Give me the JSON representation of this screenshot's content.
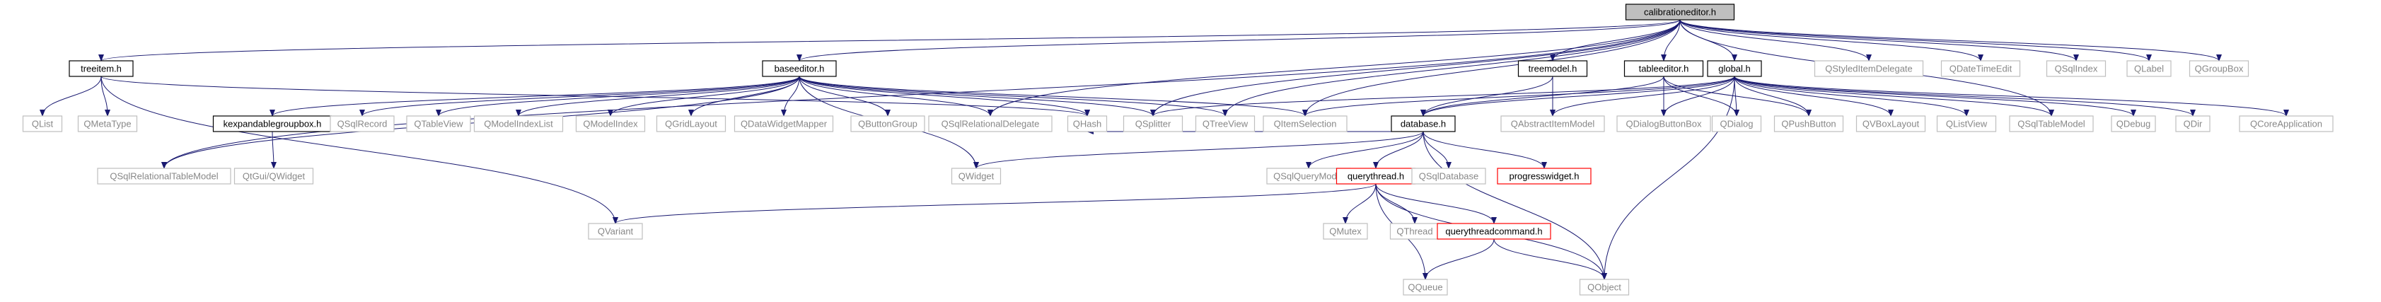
{
  "diagram": {
    "colors": {
      "edge": "#191970",
      "root_fill": "#bfbfbf",
      "border_black": "#000000",
      "border_red": "#ff0000",
      "border_gray": "#bfbfbf",
      "text_dark": "#000000",
      "text_gray": "#888888"
    },
    "nodes": [
      {
        "id": "calibrationeditor",
        "label": "calibrationeditor.h",
        "style": "root"
      },
      {
        "id": "treeitem",
        "label": "treeitem.h",
        "style": "black"
      },
      {
        "id": "baseeditor",
        "label": "baseeditor.h",
        "style": "black"
      },
      {
        "id": "treemodel",
        "label": "treemodel.h",
        "style": "black"
      },
      {
        "id": "tableeditor",
        "label": "tableeditor.h",
        "style": "black"
      },
      {
        "id": "global",
        "label": "global.h",
        "style": "black"
      },
      {
        "id": "QStyledItemDelegate",
        "label": "QStyledItemDelegate",
        "style": "gray"
      },
      {
        "id": "QDateTimeEdit",
        "label": "QDateTimeEdit",
        "style": "gray"
      },
      {
        "id": "QSqlIndex",
        "label": "QSqlIndex",
        "style": "gray"
      },
      {
        "id": "QLabel",
        "label": "QLabel",
        "style": "gray"
      },
      {
        "id": "QGroupBox",
        "label": "QGroupBox",
        "style": "gray"
      },
      {
        "id": "QList",
        "label": "QList",
        "style": "gray"
      },
      {
        "id": "QMetaType",
        "label": "QMetaType",
        "style": "gray"
      },
      {
        "id": "kexpandablegroupbox",
        "label": "kexpandablegroupbox.h",
        "style": "black"
      },
      {
        "id": "QSqlRecord",
        "label": "QSqlRecord",
        "style": "gray"
      },
      {
        "id": "QTableView",
        "label": "QTableView",
        "style": "gray"
      },
      {
        "id": "QModelIndexList",
        "label": "QModelIndexList",
        "style": "gray"
      },
      {
        "id": "QModelIndex",
        "label": "QModelIndex",
        "style": "gray"
      },
      {
        "id": "QGridLayout",
        "label": "QGridLayout",
        "style": "gray"
      },
      {
        "id": "QDataWidgetMapper",
        "label": "QDataWidgetMapper",
        "style": "gray"
      },
      {
        "id": "QButtonGroup",
        "label": "QButtonGroup",
        "style": "gray"
      },
      {
        "id": "QSqlRelationalDelegate",
        "label": "QSqlRelationalDelegate",
        "style": "gray"
      },
      {
        "id": "QHash",
        "label": "QHash",
        "style": "gray"
      },
      {
        "id": "QSplitter",
        "label": "QSplitter",
        "style": "gray"
      },
      {
        "id": "QTreeView",
        "label": "QTreeView",
        "style": "gray"
      },
      {
        "id": "QItemSelection",
        "label": "QItemSelection",
        "style": "gray"
      },
      {
        "id": "database",
        "label": "database.h",
        "style": "black"
      },
      {
        "id": "QAbstractItemModel",
        "label": "QAbstractItemModel",
        "style": "gray"
      },
      {
        "id": "QDialogButtonBox",
        "label": "QDialogButtonBox",
        "style": "gray"
      },
      {
        "id": "QDialog",
        "label": "QDialog",
        "style": "gray"
      },
      {
        "id": "QPushButton",
        "label": "QPushButton",
        "style": "gray"
      },
      {
        "id": "QVBoxLayout",
        "label": "QVBoxLayout",
        "style": "gray"
      },
      {
        "id": "QListView",
        "label": "QListView",
        "style": "gray"
      },
      {
        "id": "QSqlTableModel",
        "label": "QSqlTableModel",
        "style": "gray"
      },
      {
        "id": "QDebug",
        "label": "QDebug",
        "style": "gray"
      },
      {
        "id": "QDir",
        "label": "QDir",
        "style": "gray"
      },
      {
        "id": "QCoreApplication",
        "label": "QCoreApplication",
        "style": "gray"
      },
      {
        "id": "QSqlRelationalTableModel",
        "label": "QSqlRelationalTableModel",
        "style": "gray"
      },
      {
        "id": "QtGuiQWidget",
        "label": "QtGui/QWidget",
        "style": "gray"
      },
      {
        "id": "QWidget",
        "label": "QWidget",
        "style": "gray"
      },
      {
        "id": "QSqlQueryModel",
        "label": "QSqlQueryModel",
        "style": "gray"
      },
      {
        "id": "querythread",
        "label": "querythread.h",
        "style": "red"
      },
      {
        "id": "QSqlDatabase",
        "label": "QSqlDatabase",
        "style": "gray"
      },
      {
        "id": "progresswidget",
        "label": "progresswidget.h",
        "style": "red"
      },
      {
        "id": "QVariant",
        "label": "QVariant",
        "style": "gray"
      },
      {
        "id": "QMutex",
        "label": "QMutex",
        "style": "gray"
      },
      {
        "id": "QThread",
        "label": "QThread",
        "style": "gray"
      },
      {
        "id": "querythreadcommand",
        "label": "querythreadcommand.h",
        "style": "red"
      },
      {
        "id": "QQueue",
        "label": "QQueue",
        "style": "gray"
      },
      {
        "id": "QObject",
        "label": "QObject",
        "style": "gray"
      }
    ],
    "edges": [
      [
        "calibrationeditor",
        "treeitem"
      ],
      [
        "calibrationeditor",
        "baseeditor"
      ],
      [
        "calibrationeditor",
        "treemodel"
      ],
      [
        "calibrationeditor",
        "tableeditor"
      ],
      [
        "calibrationeditor",
        "global"
      ],
      [
        "calibrationeditor",
        "QStyledItemDelegate"
      ],
      [
        "calibrationeditor",
        "QDateTimeEdit"
      ],
      [
        "calibrationeditor",
        "QSqlIndex"
      ],
      [
        "calibrationeditor",
        "QLabel"
      ],
      [
        "calibrationeditor",
        "QGroupBox"
      ],
      [
        "calibrationeditor",
        "QSqlRelationalTableModel"
      ],
      [
        "calibrationeditor",
        "QSqlRelationalDelegate"
      ],
      [
        "calibrationeditor",
        "QSplitter"
      ],
      [
        "calibrationeditor",
        "QTreeView"
      ],
      [
        "calibrationeditor",
        "QItemSelection"
      ],
      [
        "calibrationeditor",
        "QSqlTableModel"
      ],
      [
        "treeitem",
        "QList"
      ],
      [
        "treeitem",
        "QMetaType"
      ],
      [
        "treeitem",
        "QVariant"
      ],
      [
        "treeitem",
        "QHash"
      ],
      [
        "baseeditor",
        "kexpandablegroupbox"
      ],
      [
        "baseeditor",
        "QSqlRecord"
      ],
      [
        "baseeditor",
        "QTableView"
      ],
      [
        "baseeditor",
        "QModelIndexList"
      ],
      [
        "baseeditor",
        "QModelIndex"
      ],
      [
        "baseeditor",
        "QGridLayout"
      ],
      [
        "baseeditor",
        "QDataWidgetMapper"
      ],
      [
        "baseeditor",
        "QButtonGroup"
      ],
      [
        "baseeditor",
        "QSqlRelationalDelegate"
      ],
      [
        "baseeditor",
        "QHash"
      ],
      [
        "baseeditor",
        "QSplitter"
      ],
      [
        "baseeditor",
        "QTreeView"
      ],
      [
        "baseeditor",
        "QItemSelection"
      ],
      [
        "baseeditor",
        "QWidget"
      ],
      [
        "baseeditor",
        "QSqlRelationalTableModel"
      ],
      [
        "kexpandablegroupbox",
        "QtGuiQWidget"
      ],
      [
        "treemodel",
        "database"
      ],
      [
        "treemodel",
        "QAbstractItemModel"
      ],
      [
        "tableeditor",
        "database"
      ],
      [
        "tableeditor",
        "QDialogButtonBox"
      ],
      [
        "tableeditor",
        "QDialog"
      ],
      [
        "tableeditor",
        "QPushButton"
      ],
      [
        "global",
        "database"
      ],
      [
        "global",
        "QDialogButtonBox"
      ],
      [
        "global",
        "QDialog"
      ],
      [
        "global",
        "QPushButton"
      ],
      [
        "global",
        "QVBoxLayout"
      ],
      [
        "global",
        "QListView"
      ],
      [
        "global",
        "QSqlTableModel"
      ],
      [
        "global",
        "QDebug"
      ],
      [
        "global",
        "QDir"
      ],
      [
        "global",
        "QCoreApplication"
      ],
      [
        "global",
        "QObject"
      ],
      [
        "global",
        "QAbstractItemModel"
      ],
      [
        "global",
        "QItemSelection"
      ],
      [
        "global",
        "QSplitter"
      ],
      [
        "database",
        "QWidget"
      ],
      [
        "database",
        "QSqlQueryModel"
      ],
      [
        "database",
        "querythread"
      ],
      [
        "database",
        "QSqlDatabase"
      ],
      [
        "database",
        "progresswidget"
      ],
      [
        "database",
        "QObject"
      ],
      [
        "database",
        "QHash"
      ],
      [
        "querythread",
        "QVariant"
      ],
      [
        "querythread",
        "QMutex"
      ],
      [
        "querythread",
        "QThread"
      ],
      [
        "querythread",
        "querythreadcommand"
      ],
      [
        "querythread",
        "QQueue"
      ],
      [
        "querythread",
        "QObject"
      ],
      [
        "querythreadcommand",
        "QQueue"
      ],
      [
        "querythreadcommand",
        "QObject"
      ]
    ]
  }
}
